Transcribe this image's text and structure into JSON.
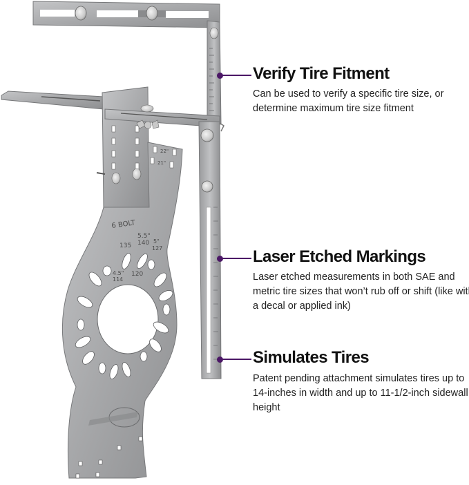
{
  "product_image": {
    "etched_labels": {
      "bolt_pattern": "6 BOLT",
      "pcd_135": "135",
      "pcd_55_in": "5.5\"",
      "pcd_140": "140",
      "pcd_5_in": "5\"",
      "pcd_127": "127",
      "pcd_45_in": "4.5\"",
      "pcd_114": "114",
      "pcd_120": "120",
      "wheel_22": "22\"",
      "wheel_21": "21\""
    }
  },
  "callouts": [
    {
      "title": "Verify Tire Fitment",
      "description": "Can be used to verify a specific tire size, or determine maximum tire size fitment"
    },
    {
      "title": "Laser Etched Markings",
      "description": "Laser etched measurements in both SAE and metric tire sizes that won’t rub off or shift (like with a decal or applied ink)"
    },
    {
      "title": "Simulates Tires",
      "description": "Patent pending attachment simulates tires up to 14-inches in width and up to 11-1/2-inch sidewall height"
    }
  ],
  "colors": {
    "accent": "#4b1766",
    "metal": "#a9aaac",
    "metal_dark": "#7d7e80",
    "heading": "#111111",
    "body_text": "#222222"
  }
}
